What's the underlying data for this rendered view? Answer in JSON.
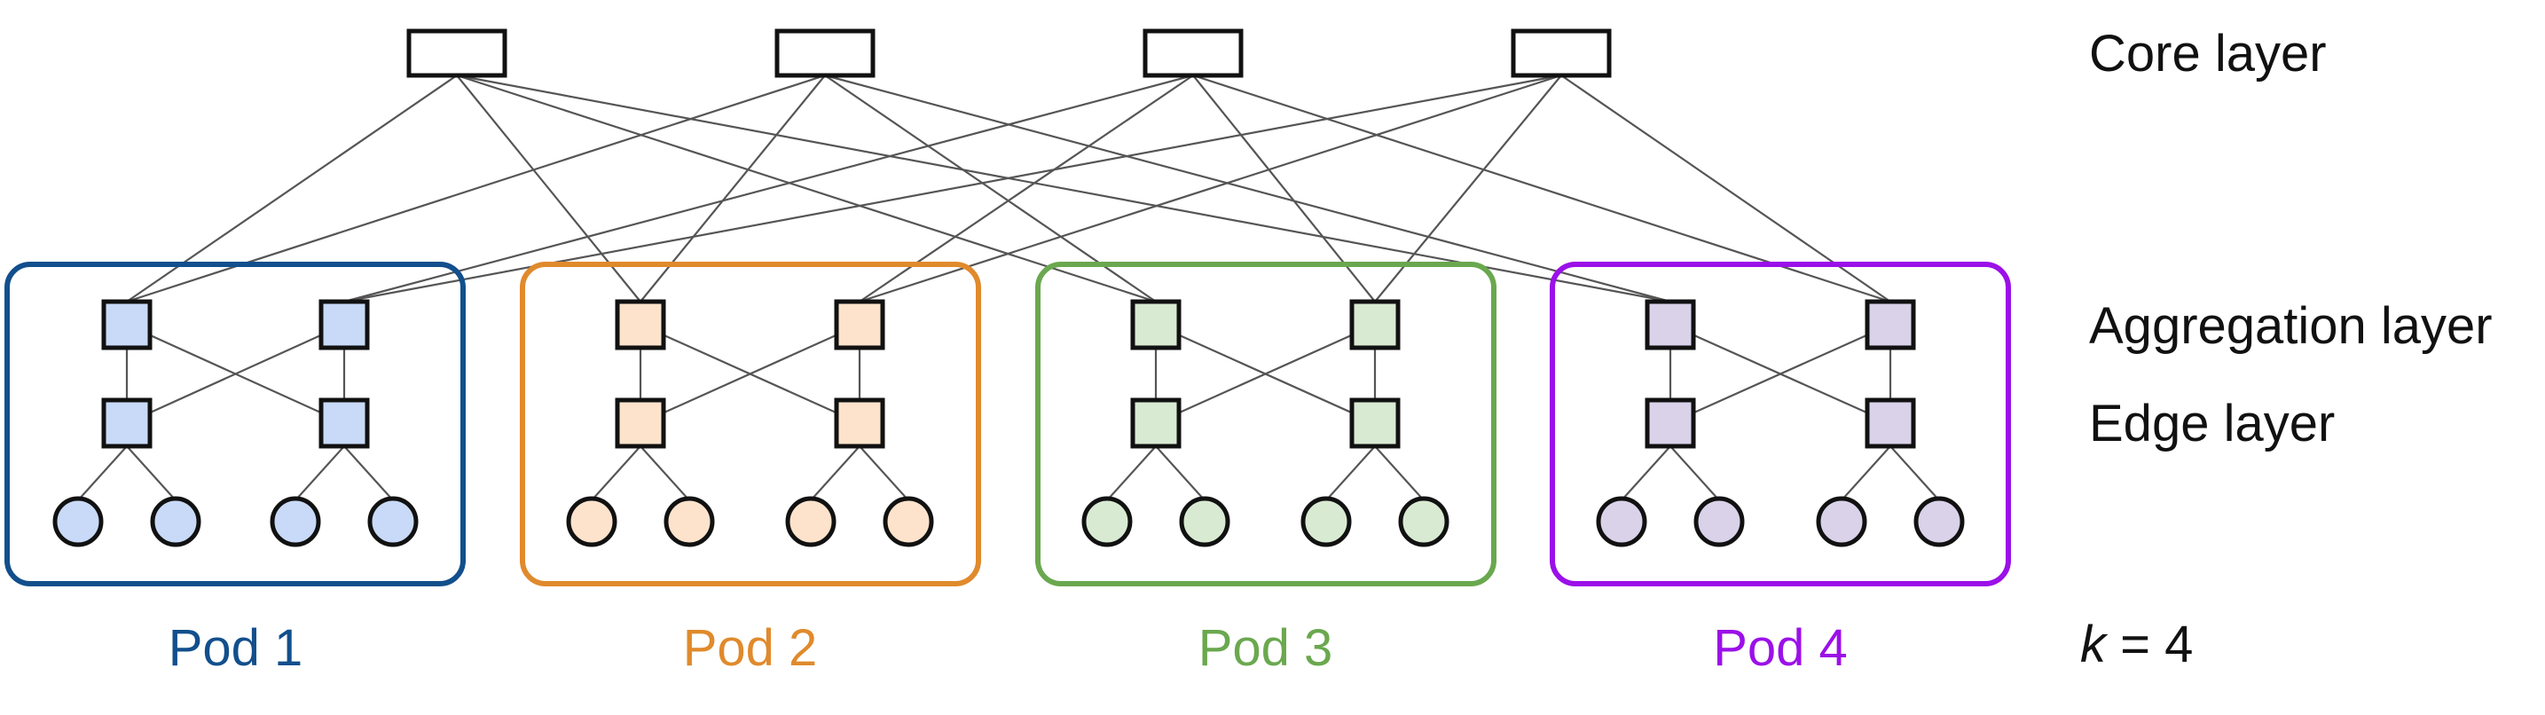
{
  "layers": {
    "core": "Core layer",
    "aggregation": "Aggregation layer",
    "edge": "Edge layer"
  },
  "k_label": {
    "symbol": "k",
    "rest": " = 4"
  },
  "core_switch_count": 4,
  "pods": [
    {
      "label": "Pod 1",
      "border_color": "#124f8c",
      "fill_color": "#c8daf7",
      "aggregation_switches": 2,
      "edge_switches": 2,
      "hosts": 4
    },
    {
      "label": "Pod 2",
      "border_color": "#e08a2c",
      "fill_color": "#fde3cc",
      "aggregation_switches": 2,
      "edge_switches": 2,
      "hosts": 4
    },
    {
      "label": "Pod 3",
      "border_color": "#6aa84f",
      "fill_color": "#d9ead3",
      "aggregation_switches": 2,
      "edge_switches": 2,
      "hosts": 4
    },
    {
      "label": "Pod 4",
      "border_color": "#9b10e8",
      "fill_color": "#d9d2e9",
      "aggregation_switches": 2,
      "edge_switches": 2,
      "hosts": 4
    }
  ],
  "colors": {
    "link": "#555555",
    "node_stroke": "#111111"
  }
}
